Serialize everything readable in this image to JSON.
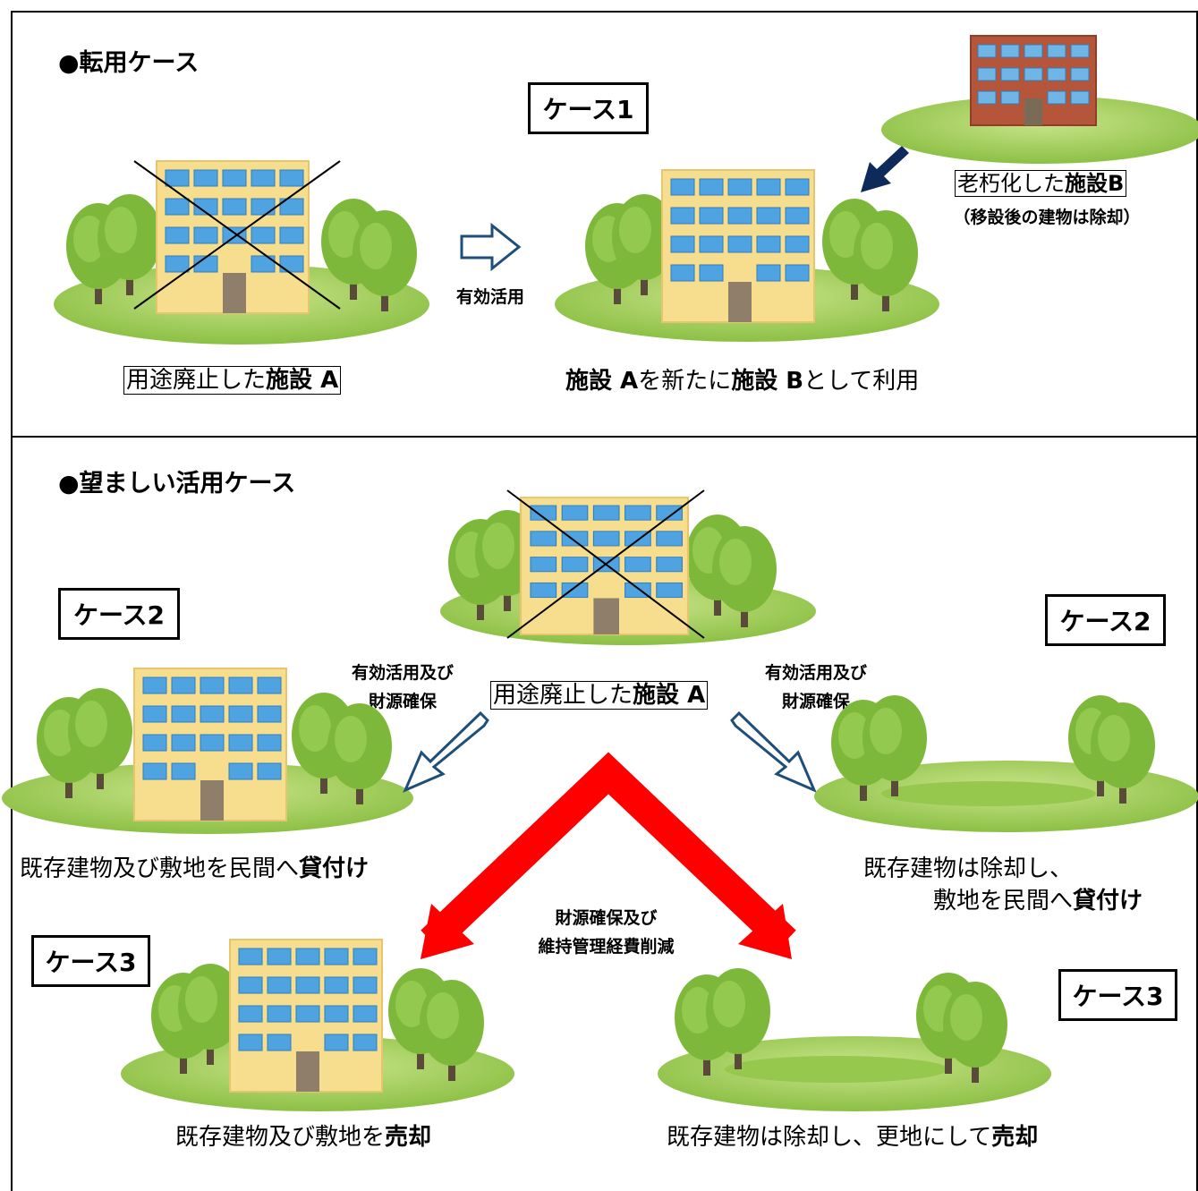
{
  "top": {
    "heading": "●転用ケース",
    "case_label": "ケース1",
    "arrow_label": "有効活用",
    "caption_left_plain": "用途廃止した",
    "caption_left_bold": "施設 A",
    "caption_center_1": "施設 A",
    "caption_center_2": "を新たに",
    "caption_center_3": "施設 B",
    "caption_center_4": "として利用",
    "old_facility_plain": "老朽化した",
    "old_facility_bold": "施設B",
    "old_facility_note": "（移設後の建物は除却）"
  },
  "bottom": {
    "heading": "●望ましい活用ケース",
    "case2_left": "ケース2",
    "case2_right": "ケース2",
    "case3_left": "ケース3",
    "case3_right": "ケース3",
    "center_caption_plain": "用途廃止した",
    "center_caption_bold": "施設 A",
    "left_arrow_line1": "有効活用及び",
    "left_arrow_line2": "財源確保",
    "right_arrow_line1": "有効活用及び",
    "right_arrow_line2": "財源確保",
    "red_arrow_line1": "財源確保及び",
    "red_arrow_line2": "維持管理経費削減",
    "case2_left_caption_plain": "既存建物及び敷地を民間へ",
    "case2_left_caption_bold": "貸付け",
    "case2_right_caption_line1": "既存建物は除却し、",
    "case2_right_caption_line2_plain": "敷地を民間へ",
    "case2_right_caption_line2_bold": "貸付け",
    "case3_left_caption_plain": "既存建物及び敷地を",
    "case3_left_caption_bold": "売却",
    "case3_right_caption_plain": "既存建物は除却し、更地にして",
    "case3_right_caption_bold": "売却"
  },
  "colors": {
    "building": "#F7DE8E",
    "window": "#4FA3E0",
    "door": "#8E7E6A",
    "tree": "#7DB83A",
    "grass": "#A6CF5A",
    "navy_arrow": "#0E2A5A",
    "outline_arrow": "#1F4E79",
    "red_arrow": "#FF0000",
    "old_building": "#B5553A"
  }
}
